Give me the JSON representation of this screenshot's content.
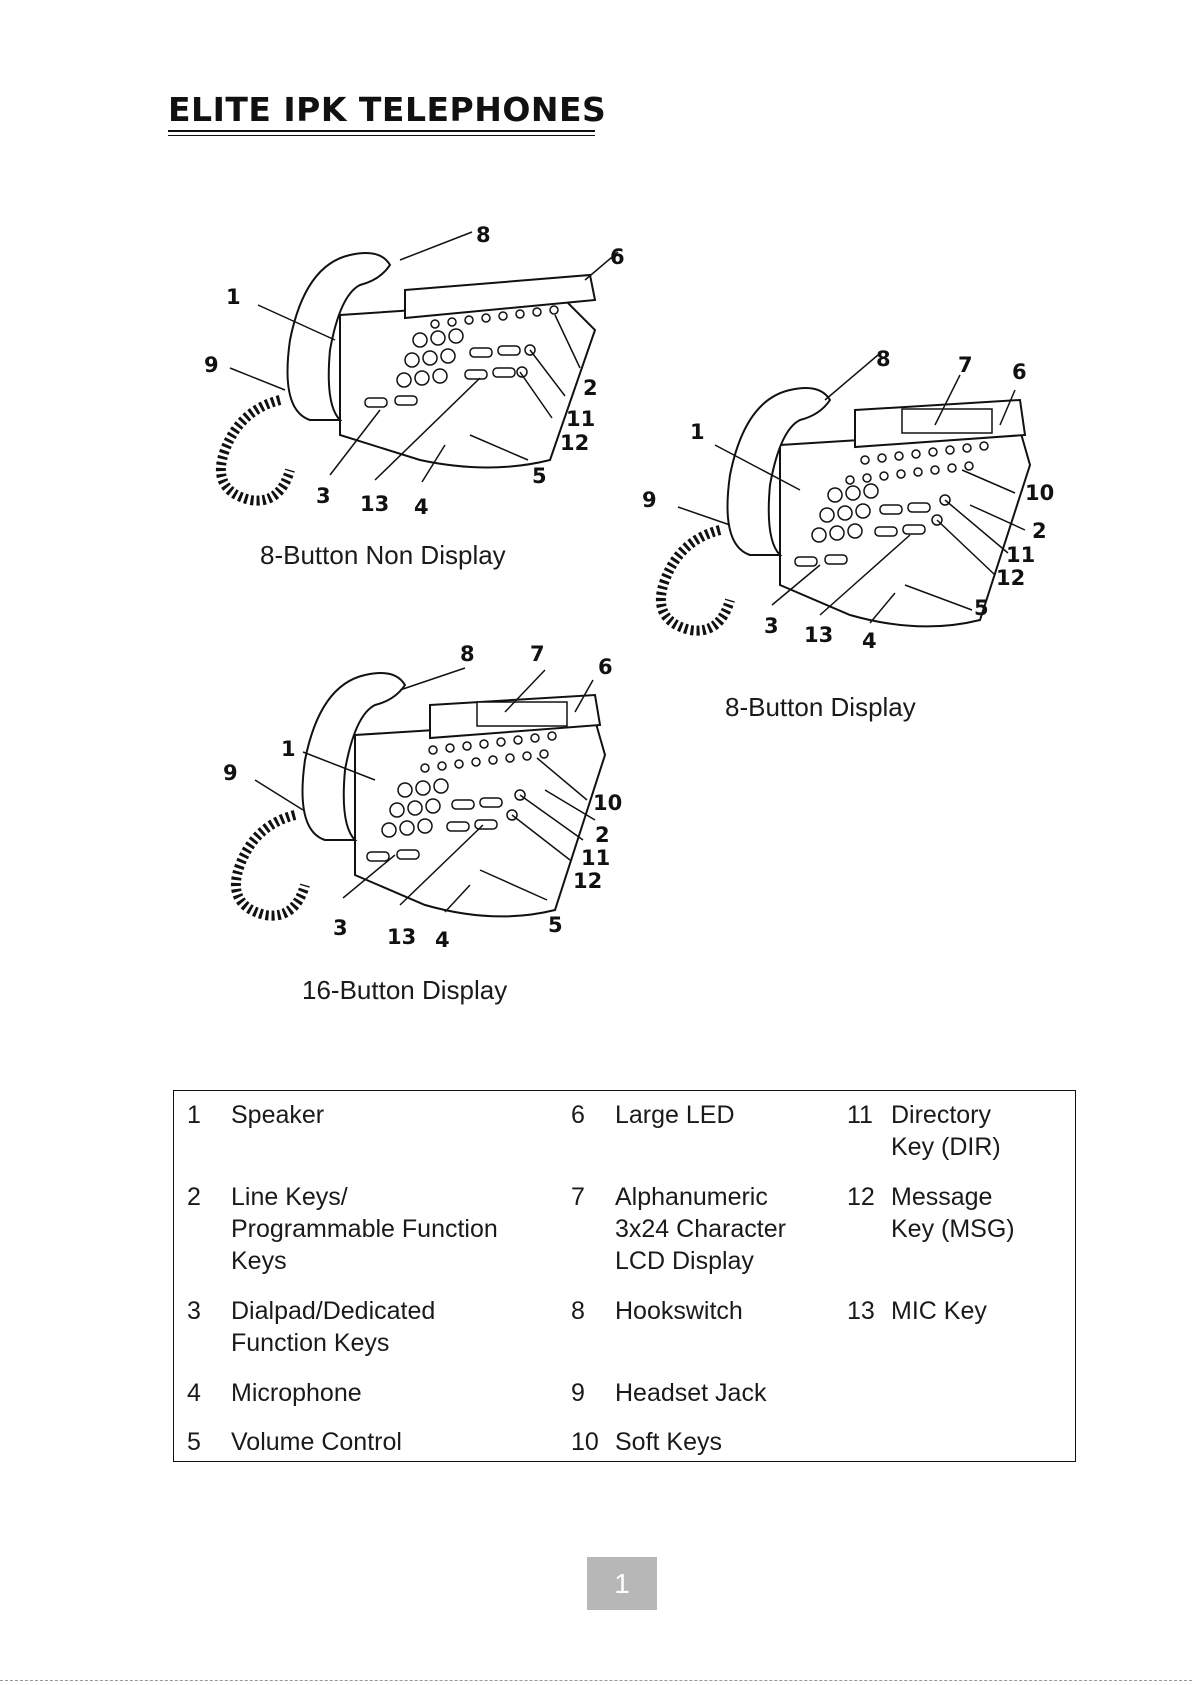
{
  "title": "ELITE IPK TELEPHONES",
  "figures": [
    {
      "caption": "8-Button Non Display",
      "callouts": [
        "8",
        "6",
        "1",
        "9",
        "2",
        "11",
        "12",
        "5",
        "3",
        "13",
        "4"
      ]
    },
    {
      "caption": "8-Button Display",
      "callouts": [
        "8",
        "7",
        "6",
        "1",
        "10",
        "9",
        "2",
        "11",
        "12",
        "5",
        "3",
        "13",
        "4"
      ]
    },
    {
      "caption": "16-Button Display",
      "callouts": [
        "8",
        "7",
        "6",
        "1",
        "9",
        "10",
        "2",
        "11",
        "12",
        "5",
        "3",
        "13",
        "4"
      ]
    }
  ],
  "legend": [
    {
      "num": "1",
      "text": "Speaker"
    },
    {
      "num": "2",
      "text": "Line Keys/\nProgrammable Function\nKeys"
    },
    {
      "num": "3",
      "text": "Dialpad/Dedicated\nFunction Keys"
    },
    {
      "num": "4",
      "text": "Microphone"
    },
    {
      "num": "5",
      "text": "Volume Control"
    },
    {
      "num": "6",
      "text": "Large LED"
    },
    {
      "num": "7",
      "text": "Alphanumeric\n3x24 Character\nLCD Display"
    },
    {
      "num": "8",
      "text": "Hookswitch"
    },
    {
      "num": "9",
      "text": "Headset Jack"
    },
    {
      "num": "10",
      "text": "Soft Keys"
    },
    {
      "num": "11",
      "text": "Directory\nKey (DIR)"
    },
    {
      "num": "12",
      "text": "Message\nKey (MSG)"
    },
    {
      "num": "13",
      "text": "MIC Key"
    }
  ],
  "page_number": "1"
}
